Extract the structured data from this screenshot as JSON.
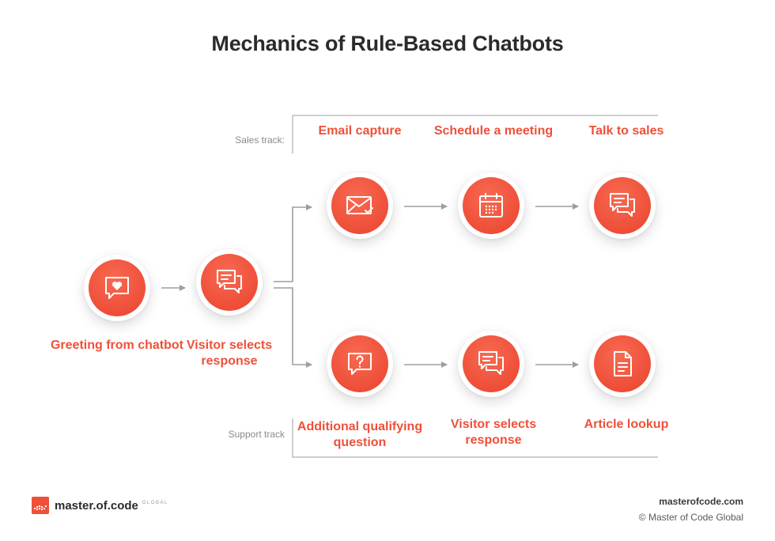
{
  "title": "Mechanics of Rule-Based Chatbots",
  "tracks": {
    "sales": "Sales track:",
    "support": "Support track"
  },
  "steps": {
    "greeting": "Greeting from chatbot",
    "visitor_selects": "Visitor selects response",
    "email": "Email capture",
    "schedule": "Schedule a meeting",
    "talk": "Talk to sales",
    "qualifying": "Additional qualifying question",
    "visitor_selects_2": "Visitor selects response",
    "article": "Article lookup"
  },
  "icons": {
    "greeting": "chat-heart-icon",
    "visitor_selects": "chat-bubbles-icon",
    "email": "envelope-check-icon",
    "schedule": "calendar-icon",
    "talk": "chat-bubbles-icon",
    "qualifying": "question-bubble-icon",
    "visitor_selects_2": "chat-bubbles-icon",
    "article": "document-icon"
  },
  "colors": {
    "accent": "#ef5039",
    "text": "#2b2b2b",
    "muted": "#8a8a8a",
    "lines": "#bdbdbd"
  },
  "footer": {
    "brand": "master.of.code",
    "brand_sub": "GLOBAL",
    "site": "masterofcode.com",
    "copyright": "© Master of Code Global"
  }
}
